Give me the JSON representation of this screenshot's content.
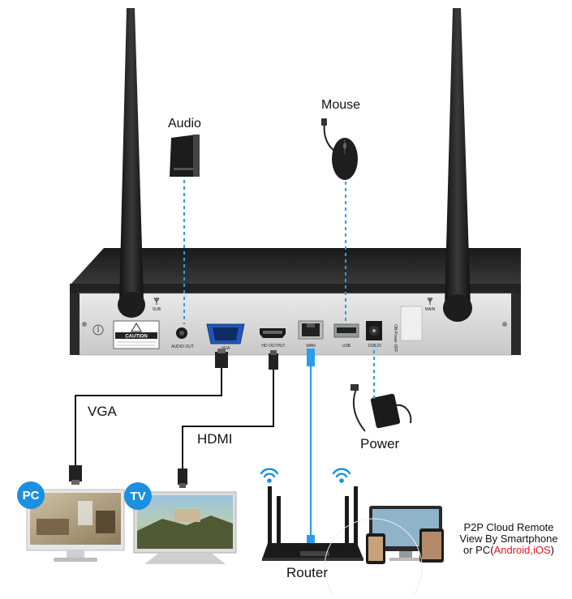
{
  "labels": {
    "audio": "Audio",
    "mouse": "Mouse",
    "vga": "VGA",
    "hdmi": "HDMI",
    "power": "Power",
    "router": "Router",
    "pc_badge": "PC",
    "tv_badge": "TV",
    "p2p_line1": "P2P Cloud Remote",
    "p2p_line2": "View By Smartphone",
    "p2p_line3_prefix": "or PC(",
    "p2p_line3_highlight": "Android,iOS",
    "p2p_line3_suffix": ")"
  },
  "ports": {
    "audio_out": "AUDIO OUT",
    "vga": "VGA",
    "hd_output": "HD OUTPUT",
    "wan": "WAN",
    "usb": "USB",
    "dc": "DC12V",
    "sub": "SUB",
    "main": "MAIN",
    "caution": "CAUTION",
    "power_switch": "ON Power OFF"
  },
  "colors": {
    "accent_blue": "#1b8fe0",
    "dashed_link": "#2a9de8",
    "highlight_red": "#e0191e",
    "device_body": "#2b2b2b",
    "panel_silver": "#d9d9d9"
  }
}
